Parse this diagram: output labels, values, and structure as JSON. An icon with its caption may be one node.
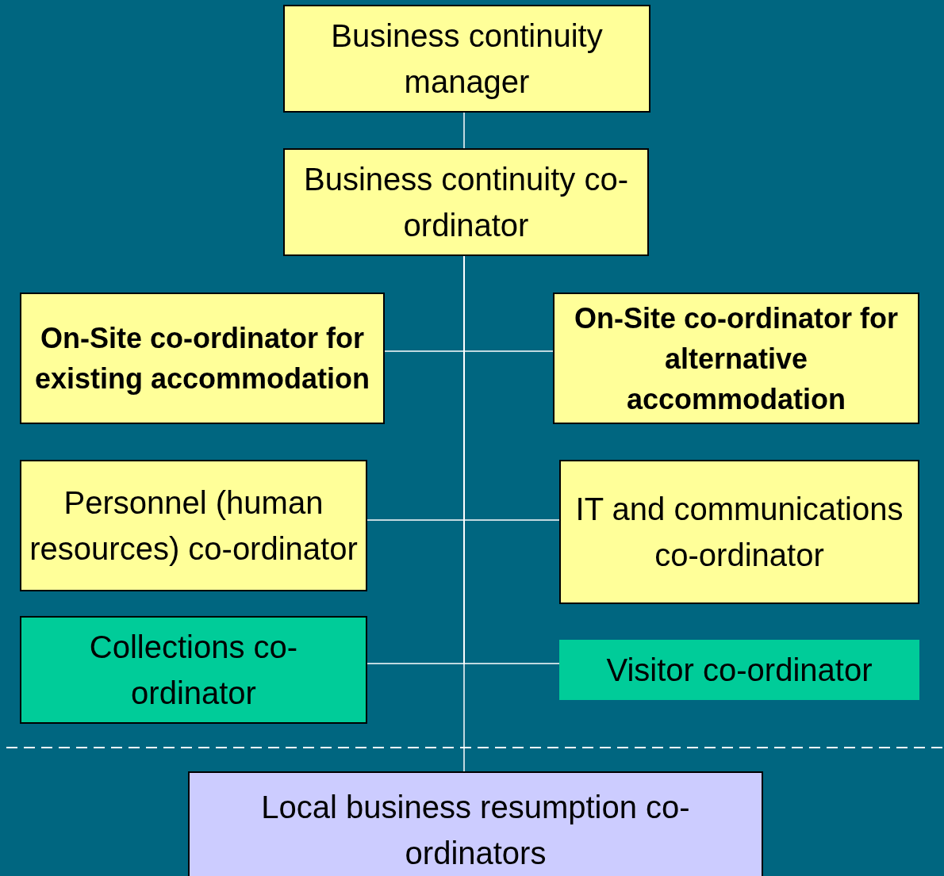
{
  "diagram": {
    "nodes": [
      {
        "text": [
          "Business continuity manager"
        ]
      },
      {
        "text": [
          "Business continuity co-ordinator"
        ]
      },
      {
        "text": [
          "On-Site co-ordinator for existing accommodation"
        ]
      },
      {
        "text": [
          "On-Site co-ordinator for alternative accommodation"
        ]
      },
      {
        "text": [
          "Personnel (human resources) co-ordinator"
        ]
      },
      {
        "text": [
          "IT and communications co-ordinator"
        ]
      },
      {
        "text": [
          "Collections co-ordinator"
        ]
      },
      {
        "text": [
          "Visitor co-ordinator"
        ]
      },
      {
        "text": [
          "Local business resumption co-ordinators"
        ]
      }
    ],
    "edges": [
      {
        "from": 0,
        "to": 1,
        "arrow": "none"
      },
      {
        "from": 1,
        "to": 2,
        "arrow": "none"
      },
      {
        "from": 1,
        "to": 3,
        "arrow": "none"
      },
      {
        "from": 1,
        "to": 4,
        "arrow": "none"
      },
      {
        "from": 1,
        "to": 5,
        "arrow": "none"
      },
      {
        "from": 1,
        "to": 6,
        "arrow": "none"
      },
      {
        "from": 1,
        "to": 7,
        "arrow": "none"
      },
      {
        "from": 1,
        "to": 8,
        "arrow": "none"
      }
    ]
  }
}
